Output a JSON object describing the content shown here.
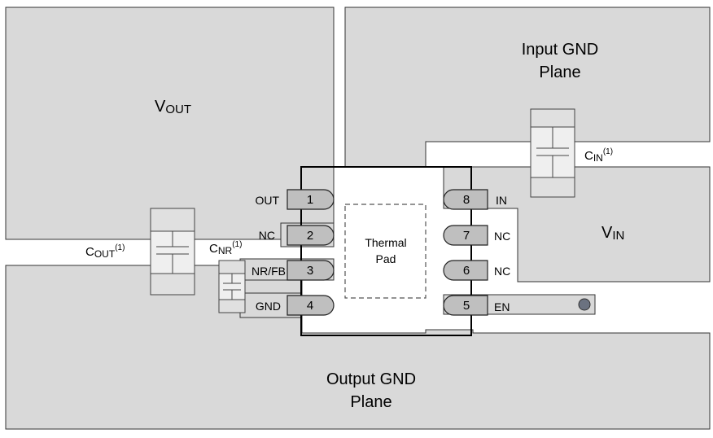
{
  "labels": {
    "vout_main": "V",
    "vout_sub": "OUT",
    "vin_main": "V",
    "vin_sub": "IN",
    "input_gnd_line1": "Input GND",
    "input_gnd_line2": "Plane",
    "output_gnd_line1": "Output GND",
    "output_gnd_line2": "Plane",
    "thermal_line1": "Thermal",
    "thermal_line2": "Pad"
  },
  "capacitors": {
    "cout": {
      "main": "C",
      "sub": "OUT",
      "note": "(1)"
    },
    "cnr": {
      "main": "C",
      "sub": "NR",
      "note": "(1)"
    },
    "cin": {
      "main": "C",
      "sub": "IN",
      "note": "(1)"
    }
  },
  "pins": [
    {
      "num": "1",
      "label": "OUT"
    },
    {
      "num": "2",
      "label": "NC"
    },
    {
      "num": "3",
      "label": "NR/FB"
    },
    {
      "num": "4",
      "label": "GND"
    },
    {
      "num": "5",
      "label": "EN"
    },
    {
      "num": "6",
      "label": "NC"
    },
    {
      "num": "7",
      "label": "NC"
    },
    {
      "num": "8",
      "label": "IN"
    }
  ],
  "colors": {
    "plane": "#d9d9d9",
    "pin": "#bfbfbf",
    "via": "#6b7280"
  }
}
